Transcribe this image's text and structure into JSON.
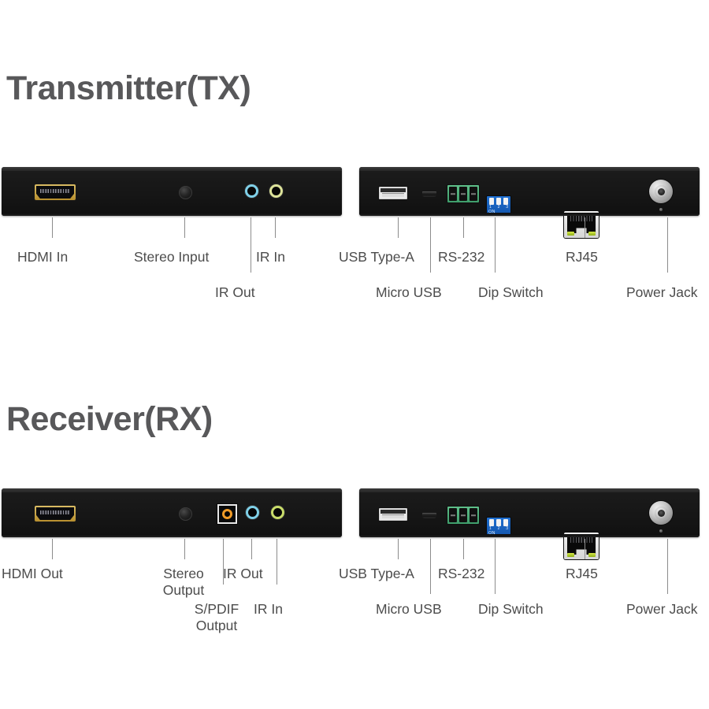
{
  "page": {
    "background": "#ffffff",
    "label_color": "#4c4c4c",
    "title_color": "#58585a",
    "leader_color": "#8c8c8c"
  },
  "sections": [
    {
      "id": "transmitter",
      "title": "Transmitter(TX)",
      "front_panel": {
        "name": "transmitter-front-panel",
        "ports": [
          {
            "name": "hdmi-in-port",
            "type": "hdmi",
            "color": "#c9a227"
          },
          {
            "name": "stereo-input-jack",
            "type": "jack-black",
            "color": "#1a1a1a"
          },
          {
            "name": "ir-out-jack",
            "type": "jack-ring",
            "color": "#7fd0e8"
          },
          {
            "name": "ir-in-jack",
            "type": "jack-ring",
            "color": "#dde39a"
          }
        ],
        "labels": [
          {
            "text": "HDMI In",
            "row": 1
          },
          {
            "text": "Stereo Input",
            "row": 1
          },
          {
            "text": "IR In",
            "row": 1
          },
          {
            "text": "IR Out",
            "row": 2
          }
        ]
      },
      "rear_panel": {
        "name": "transmitter-rear-panel",
        "ports": [
          {
            "name": "usb-type-a-port",
            "type": "usb-a",
            "color": "#e9e9e9"
          },
          {
            "name": "micro-usb-port",
            "type": "micro-usb",
            "color": "#1d1d1d"
          },
          {
            "name": "rs-232-terminal",
            "type": "terminal",
            "color": "#4fae7b"
          },
          {
            "name": "dip-switch",
            "type": "dip",
            "color": "#1a62be"
          },
          {
            "name": "rj45-port",
            "type": "rj45",
            "color": "#e8e8e8"
          },
          {
            "name": "power-jack",
            "type": "power",
            "color": "#c0c0c0"
          }
        ],
        "dip": {
          "numbers": [
            "1",
            "2",
            "3"
          ],
          "on_label": "ON"
        },
        "labels": [
          {
            "text": "USB Type-A",
            "row": 1
          },
          {
            "text": "RS-232",
            "row": 1
          },
          {
            "text": "RJ45",
            "row": 1
          },
          {
            "text": "Micro USB",
            "row": 2
          },
          {
            "text": "Dip Switch",
            "row": 2
          },
          {
            "text": "Power Jack",
            "row": 2
          }
        ]
      }
    },
    {
      "id": "receiver",
      "title": "Receiver(RX)",
      "front_panel": {
        "name": "receiver-front-panel",
        "ports": [
          {
            "name": "hdmi-out-port",
            "type": "hdmi",
            "color": "#c9a227"
          },
          {
            "name": "stereo-output-jack",
            "type": "jack-black",
            "color": "#1a1a1a"
          },
          {
            "name": "spdif-output-jack",
            "type": "jack-rca",
            "color": "#f09b27"
          },
          {
            "name": "ir-out-jack",
            "type": "jack-ring",
            "color": "#7fd0e8"
          },
          {
            "name": "ir-in-jack",
            "type": "jack-ring",
            "color": "#c9dd6a"
          }
        ],
        "labels": [
          {
            "text": "HDMI Out",
            "row": 1
          },
          {
            "text": "Stereo Output",
            "row": 1
          },
          {
            "text": "IR Out",
            "row": 1
          },
          {
            "text": "S/PDIF Output",
            "row": 2
          },
          {
            "text": "IR In",
            "row": 2
          }
        ]
      },
      "rear_panel": {
        "name": "receiver-rear-panel",
        "ports": [
          {
            "name": "usb-type-a-port",
            "type": "usb-a",
            "color": "#e9e9e9"
          },
          {
            "name": "micro-usb-port",
            "type": "micro-usb",
            "color": "#1d1d1d"
          },
          {
            "name": "rs-232-terminal",
            "type": "terminal",
            "color": "#4fae7b"
          },
          {
            "name": "dip-switch",
            "type": "dip",
            "color": "#1a62be"
          },
          {
            "name": "rj45-port",
            "type": "rj45",
            "color": "#e8e8e8"
          },
          {
            "name": "power-jack",
            "type": "power",
            "color": "#c0c0c0"
          }
        ],
        "dip": {
          "numbers": [
            "1",
            "2",
            "3"
          ],
          "on_label": "ON"
        },
        "labels": [
          {
            "text": "USB Type-A",
            "row": 1
          },
          {
            "text": "RS-232",
            "row": 1
          },
          {
            "text": "RJ45",
            "row": 1
          },
          {
            "text": "Micro USB",
            "row": 2
          },
          {
            "text": "Dip Switch",
            "row": 2
          },
          {
            "text": "Power Jack",
            "row": 2
          }
        ]
      }
    }
  ]
}
